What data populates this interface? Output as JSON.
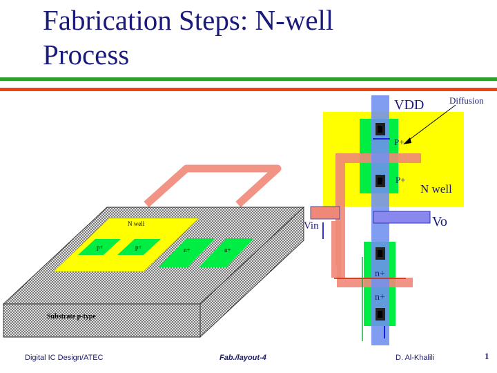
{
  "slide": {
    "title_line1": "Fabrication Steps: N-well",
    "title_line2": "Process",
    "page_number": "1"
  },
  "footer": {
    "left": "Digital IC Design/ATEC",
    "center": "Fab./layout-4",
    "right": "D. Al-Khalili"
  },
  "cross_section": {
    "substrate_label": "Substrate p-type",
    "nwell_label": "N well",
    "pplus_1": "p+",
    "pplus_2": "p+",
    "nplus_1": "n+",
    "nplus_2": "n+"
  },
  "layout": {
    "vdd": "VDD",
    "diffusion": "Diffusion",
    "pplus_top": "P+",
    "pplus_bottom": "P+",
    "nwell": "N well",
    "vin": "Vin",
    "vo": "Vo",
    "nplus_top": "n+",
    "nplus_bottom": "n+"
  },
  "colors": {
    "title": "#1a1a7a",
    "rule_green": "#2aa02a",
    "rule_orange": "#ee4411",
    "nwell_yellow": "#ffff00",
    "diffusion_green": "#00ee44",
    "poly_salmon": "#f08878",
    "metal_blue": "#6f8ff0",
    "contact_black": "#000000"
  }
}
